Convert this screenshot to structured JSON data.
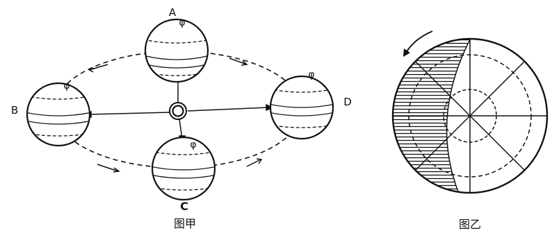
{
  "figure_a": {
    "caption": "图甲",
    "earth_labels": {
      "a": "A",
      "b": "B",
      "c": "C",
      "d": "D"
    },
    "axis_symbol": "φ"
  },
  "figure_b": {
    "caption": "图乙"
  }
}
